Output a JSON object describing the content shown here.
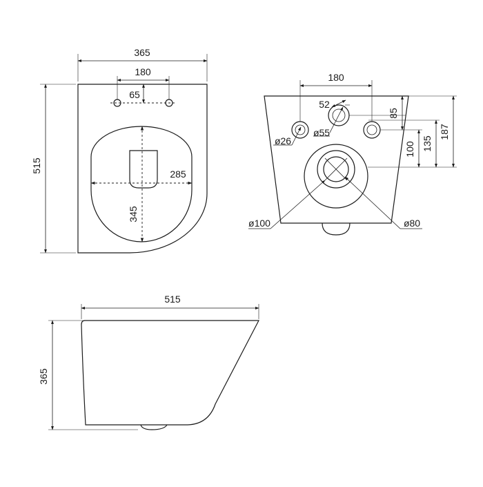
{
  "top_view": {
    "width": "365",
    "fixing_distance": "180",
    "fixing_offset": "65",
    "length": "515",
    "bowl_width": "285",
    "bowl_length": "345"
  },
  "rear_view": {
    "fixing_distance": "180",
    "inlet_offset": "52",
    "inlet_diameter": "ø55",
    "fixing_diameter": "ø26",
    "outlet_diameter": "ø100",
    "outlet_inner_diameter": "ø80",
    "height_85": "85",
    "height_100": "100",
    "height_135": "135",
    "height_187": "187"
  },
  "side_view": {
    "length": "515",
    "height": "365"
  }
}
